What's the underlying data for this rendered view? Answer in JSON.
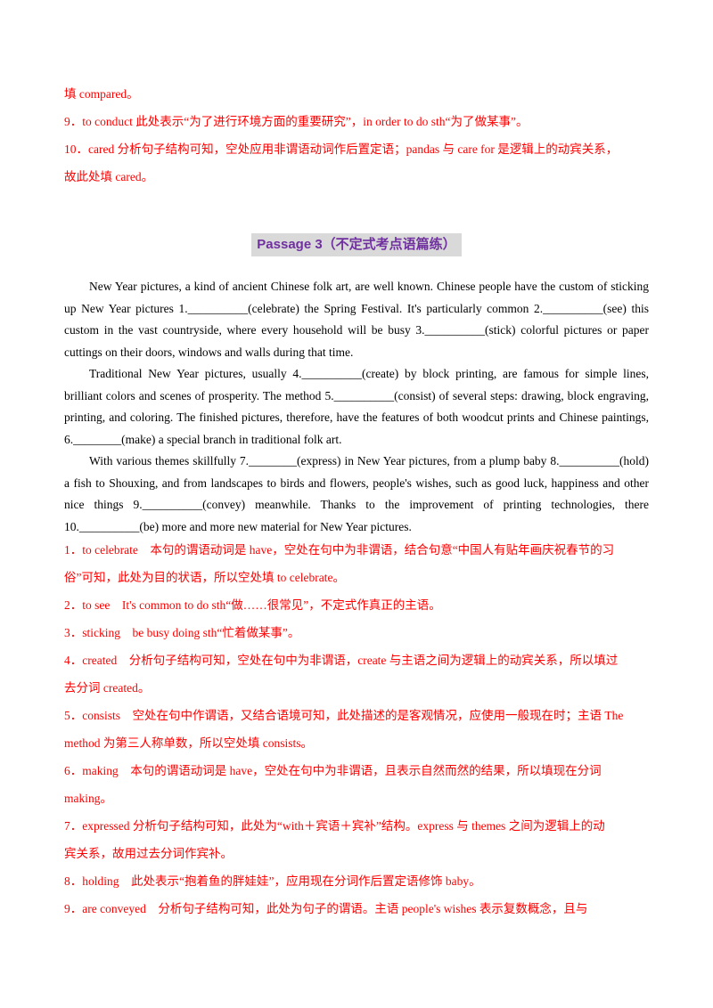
{
  "top_notes": [
    "填 compared。",
    "9．to conduct 此处表示“为了进行环境方面的重要研究”，in order to do sth“为了做某事”。",
    "10．cared 分析句子结构可知，空处应用非谓语动词作后置定语；pandas 与 care for 是逻辑上的动宾关系，",
    "故此处填 cared。"
  ],
  "title": "Passage 3（不定式考点语篇练）",
  "paragraphs": [
    "New Year pictures, a kind of ancient Chinese folk art, are well known. Chinese people have the custom of sticking up New Year pictures 1.__________(celebrate) the Spring Festival. It's particularly common 2.__________(see) this custom in the vast countryside, where every household will be busy 3.__________(stick) colorful pictures or paper cuttings on their doors, windows and walls during that time.",
    "Traditional New Year pictures, usually 4.__________(create) by block printing, are famous for simple lines, brilliant colors and scenes of prosperity. The method 5.__________(consist) of several steps: drawing, block engraving, printing, and coloring. The finished pictures, therefore, have the features of both woodcut prints and Chinese paintings,  6.________(make) a special branch in traditional folk art.",
    "With various themes skillfully 7.________(express) in New Year pictures, from a plump baby 8.__________(hold) a fish to Shouxing, and from landscapes to birds and flowers, people's wishes, such as good luck, happiness and other nice things 9.__________(convey) meanwhile. Thanks to the improvement of printing technologies, there 10.__________(be) more and more new material for New Year pictures."
  ],
  "answers": [
    "1．to celebrate　本句的谓语动词是 have，空处在句中为非谓语，结合句意“中国人有贴年画庆祝春节的习",
    "俗”可知，此处为目的状语，所以空处填 to celebrate。",
    "2．to see　It's common to do sth“做……很常见”，不定式作真正的主语。",
    "3．sticking　be busy doing sth“忙着做某事”。",
    "4．created　分析句子结构可知，空处在句中为非谓语，create 与主语之间为逻辑上的动宾关系，所以填过",
    "去分词 created。",
    "5．consists　空处在句中作谓语，又结合语境可知，此处描述的是客观情况，应使用一般现在时；主语 The",
    "method 为第三人称单数，所以空处填 consists。",
    "6．making　本句的谓语动词是 have，空处在句中为非谓语，且表示自然而然的结果，所以填现在分词",
    "making。",
    "7．expressed 分析句子结构可知，此处为“with＋宾语＋宾补”结构。express 与 themes 之间为逻辑上的动",
    "宾关系，故用过去分词作宾补。",
    "8．holding　此处表示“抱着鱼的胖娃娃”，应用现在分词作后置定语修饰 baby。",
    "9．are conveyed　分析句子结构可知，此处为句子的谓语。主语 people's wishes 表示复数概念，且与"
  ]
}
